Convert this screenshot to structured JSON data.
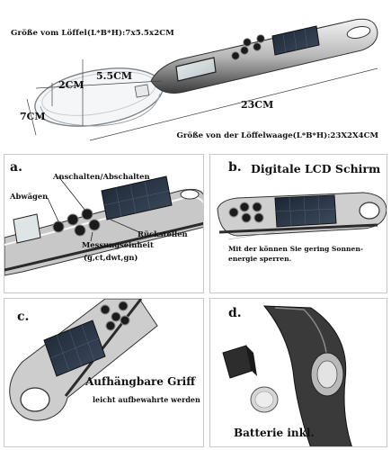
{
  "top": {
    "spoon_size_label": "Größe vom Löffel(L*B*H):7x5.5x2CM",
    "scale_size_label": "Größe von der Löffelwaage(L*B*H):23X2X4CM",
    "dim_width": "5.5CM",
    "dim_height": "2CM",
    "dim_length": "7CM",
    "dim_total": "23CM"
  },
  "panel_a": {
    "letter": "a.",
    "on_off": "Anschalten/Abschalten",
    "weigh": "Abwägen",
    "backlight": "Rückstellen",
    "unit": "Messungseinheit",
    "units_list": "(g,ct,dwt,gn)"
  },
  "panel_b": {
    "letter": "b.",
    "title": "Digitale LCD Schirm",
    "desc": "Mit der können Sie gering Sonnen-energie sperren."
  },
  "panel_c": {
    "letter": "c.",
    "title": "Aufhängbare Griff",
    "subtitle": "leicht aufbewahrte werden"
  },
  "panel_d": {
    "letter": "d.",
    "title": "Batterie inkl."
  }
}
